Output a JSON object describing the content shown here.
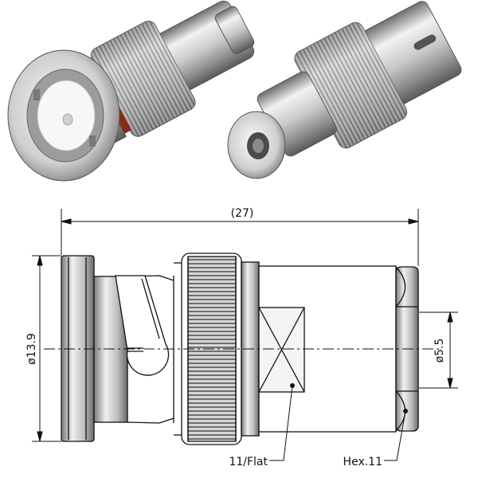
{
  "drawing": {
    "overall_length": "(27)",
    "body_diameter": "ø13.9",
    "cable_diameter": "ø5.5",
    "flat_callout": "11/Flat",
    "hex_callout": "Hex.11"
  },
  "colors": {
    "line": "#111111",
    "metal_light": "#f2f2f2",
    "metal_mid": "#b9b9b9",
    "metal_dark": "#6e6e6e",
    "insulator": "#f7f7f7",
    "gasket": "#8a2a1a",
    "background": "#ffffff"
  }
}
